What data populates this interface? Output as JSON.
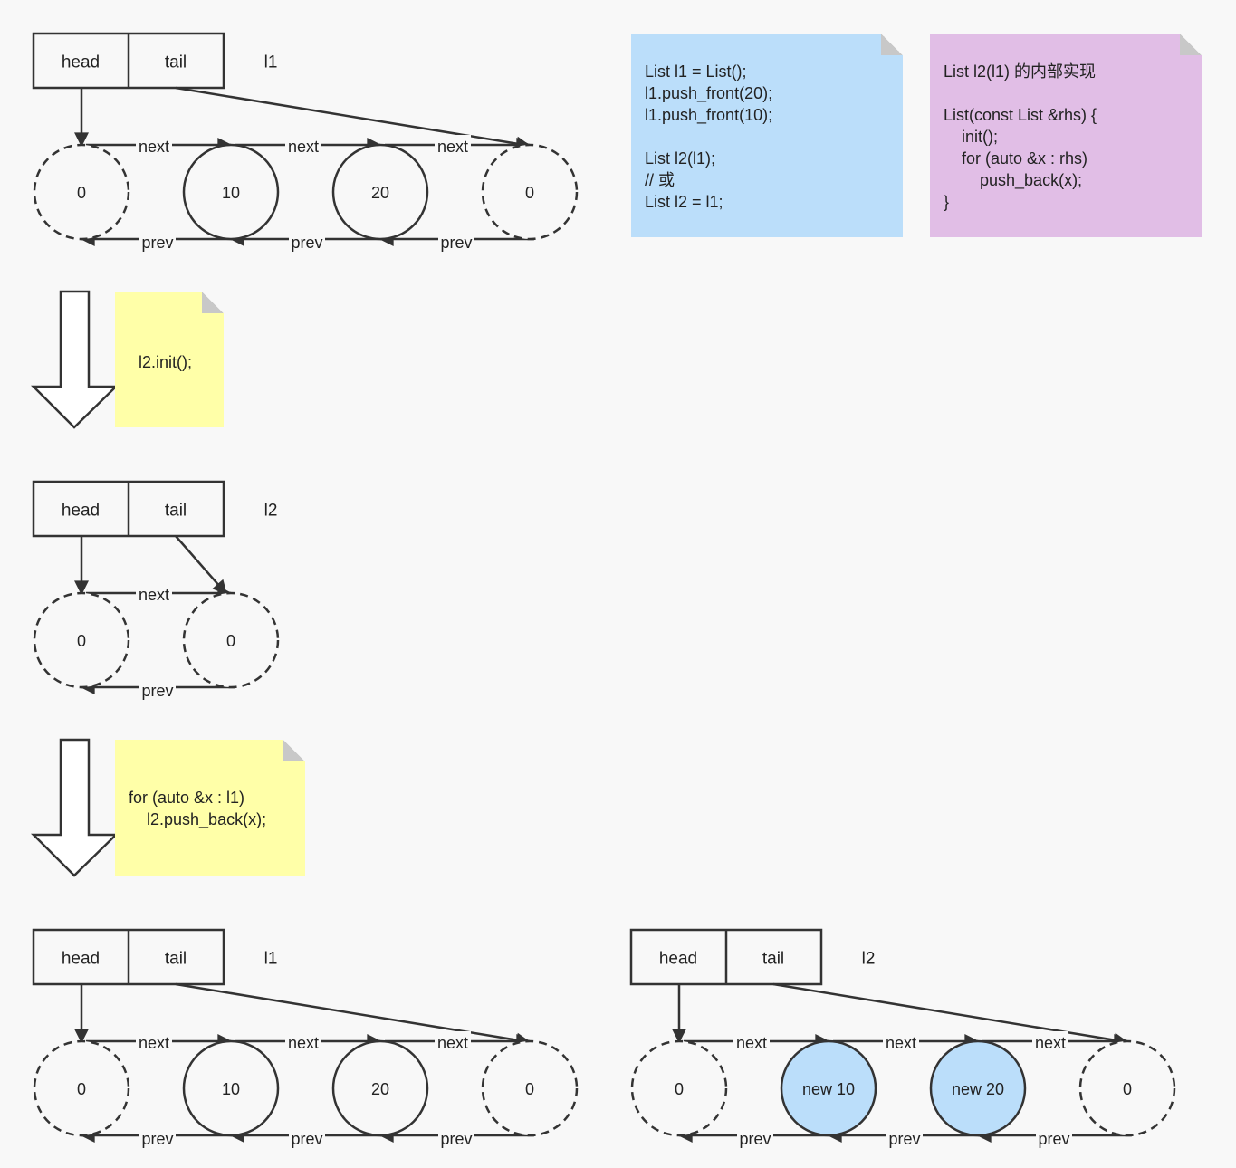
{
  "colors": {
    "stroke": "#333333",
    "node_highlight": "#bbdefa",
    "note_blue": "#bbdefa",
    "note_purple": "#e1bee6",
    "note_yellow": "#ffffa8",
    "background": "#f8f8f8"
  },
  "lists": [
    {
      "id": "l1-top",
      "name": "l1",
      "head_label": "head",
      "tail_label": "tail",
      "nodes": [
        {
          "value": "0",
          "sentinel": true
        },
        {
          "value": "10",
          "sentinel": false
        },
        {
          "value": "20",
          "sentinel": false
        },
        {
          "value": "0",
          "sentinel": true
        }
      ],
      "next_label": "next",
      "prev_label": "prev"
    },
    {
      "id": "l2-empty",
      "name": "l2",
      "head_label": "head",
      "tail_label": "tail",
      "nodes": [
        {
          "value": "0",
          "sentinel": true
        },
        {
          "value": "0",
          "sentinel": true
        }
      ],
      "next_label": "next",
      "prev_label": "prev"
    },
    {
      "id": "l1-bottom",
      "name": "l1",
      "head_label": "head",
      "tail_label": "tail",
      "nodes": [
        {
          "value": "0",
          "sentinel": true
        },
        {
          "value": "10",
          "sentinel": false
        },
        {
          "value": "20",
          "sentinel": false
        },
        {
          "value": "0",
          "sentinel": true
        }
      ],
      "next_label": "next",
      "prev_label": "prev"
    },
    {
      "id": "l2-copied",
      "name": "l2",
      "head_label": "head",
      "tail_label": "tail",
      "nodes": [
        {
          "value": "0",
          "sentinel": true
        },
        {
          "value": "new 10",
          "sentinel": false,
          "highlight": true
        },
        {
          "value": "new 20",
          "sentinel": false,
          "highlight": true
        },
        {
          "value": "0",
          "sentinel": true
        }
      ],
      "next_label": "next",
      "prev_label": "prev"
    }
  ],
  "notes": {
    "usage": {
      "lines": [
        "List l1 = List();",
        "l1.push_front(20);",
        "l1.push_front(10);",
        "",
        "List l2(l1);",
        "// 或",
        "List l2 = l1;"
      ]
    },
    "impl": {
      "lines": [
        "List l2(l1) 的内部实现",
        "",
        "List(const List &rhs) {",
        "    init();",
        "    for (auto &x : rhs)",
        "        push_back(x);",
        "}"
      ]
    },
    "step1": {
      "lines": [
        "l2.init();"
      ]
    },
    "step2": {
      "lines": [
        "for (auto &x : l1)",
        "    l2.push_back(x);"
      ]
    }
  }
}
